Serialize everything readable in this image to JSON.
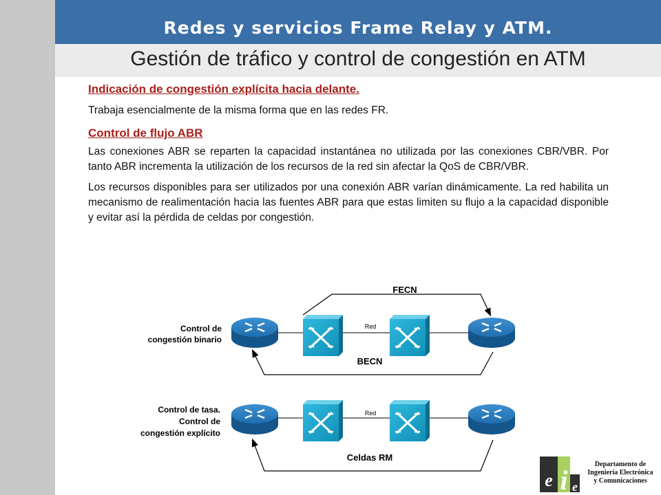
{
  "header": {
    "title": "Redes y servicios Frame Relay y ATM.",
    "subtitle": "Gestión de tráfico y control de congestión en ATM"
  },
  "sections": {
    "heading1": "Indicación de congestión explícita hacia delante.",
    "para1": "Trabaja esencialmente de la misma forma que en las redes FR.",
    "heading2": "Control de flujo ABR",
    "para2": "Las conexiones ABR se reparten la capacidad instantánea no utilizada por las conexiones CBR/VBR. Por tanto ABR incrementa la utilización de los recursos de la red sin afectar la QoS de CBR/VBR.",
    "para3": "Los recursos disponibles para ser utilizados por una conexión ABR varían dinámicamente. La red habilita un mecanismo de realimentación hacia las fuentes ABR para que estas limiten su flujo a la capacidad disponible y evitar así la pérdida de celdas por congestión."
  },
  "diagram1": {
    "label_line1": "Control de",
    "label_line2": "congestión binario",
    "top_arrow": "FECN",
    "network": "Red",
    "bottom_arrow": "BECN"
  },
  "diagram2": {
    "label_line1": "Control de tasa.",
    "label_line2": "Control de",
    "label_line3": "congestión explícito",
    "network": "Red",
    "bottom_arrow": "Celdas RM"
  },
  "footer": {
    "dept_line1": "Departamento de",
    "dept_line2": "Ingeniería Electrónica",
    "dept_line3": "y Comunicaciones",
    "logo_letters": "eie"
  },
  "colors": {
    "header_blue": "#3a6fa8",
    "heading_red": "#a8201a",
    "router_blue": "#1f6fb0",
    "switch_cyan": "#17a2c8"
  }
}
